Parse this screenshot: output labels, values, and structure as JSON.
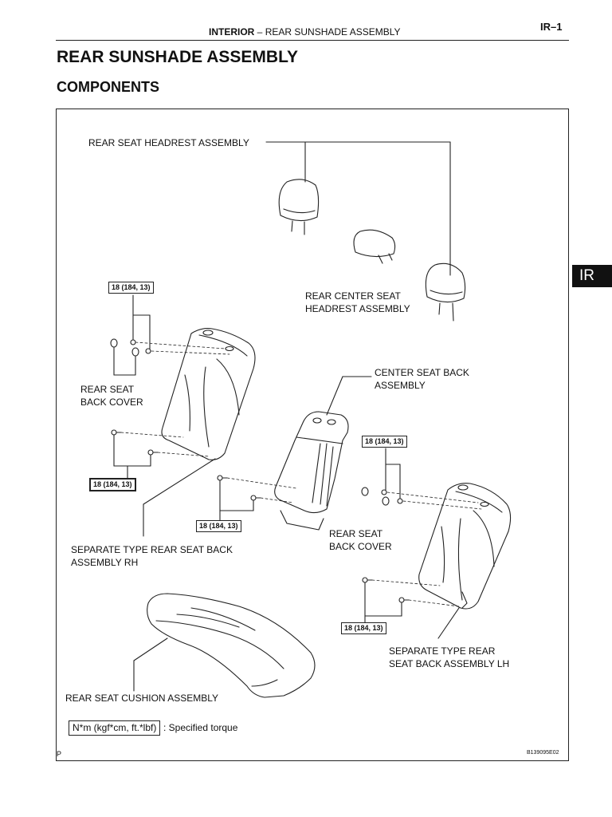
{
  "header": {
    "section_bold": "INTERIOR",
    "section_sep": " – ",
    "section_rest": "REAR SUNSHADE ASSEMBLY",
    "page_number": "IR–1"
  },
  "title": "REAR SUNSHADE ASSEMBLY",
  "subtitle": "COMPONENTS",
  "side_tab": "IR",
  "labels": {
    "headrest": "REAR SEAT HEADREST ASSEMBLY",
    "center_headrest": "REAR CENTER SEAT\nHEADREST ASSEMBLY",
    "back_cover_left": "REAR SEAT\nBACK COVER",
    "center_back": "CENTER SEAT BACK\nASSEMBLY",
    "back_cover_right": "REAR SEAT\nBACK COVER",
    "seat_back_rh": "SEPARATE TYPE REAR SEAT BACK\nASSEMBLY RH",
    "seat_back_lh": "SEPARATE TYPE REAR\nSEAT BACK ASSEMBLY LH",
    "cushion": "REAR SEAT CUSHION ASSEMBLY"
  },
  "torque": {
    "t1": "18 (184, 13)",
    "t2": "18 (184, 13)",
    "t3": "18 (184, 13)",
    "t4": "18 (184, 13)",
    "t5": "18 (184, 13)"
  },
  "legend": {
    "unit": "N*m (kgf*cm, ft.*lbf)",
    "text": ": Specified torque"
  },
  "corner_mark": "P",
  "figure_id": "B139095E02"
}
